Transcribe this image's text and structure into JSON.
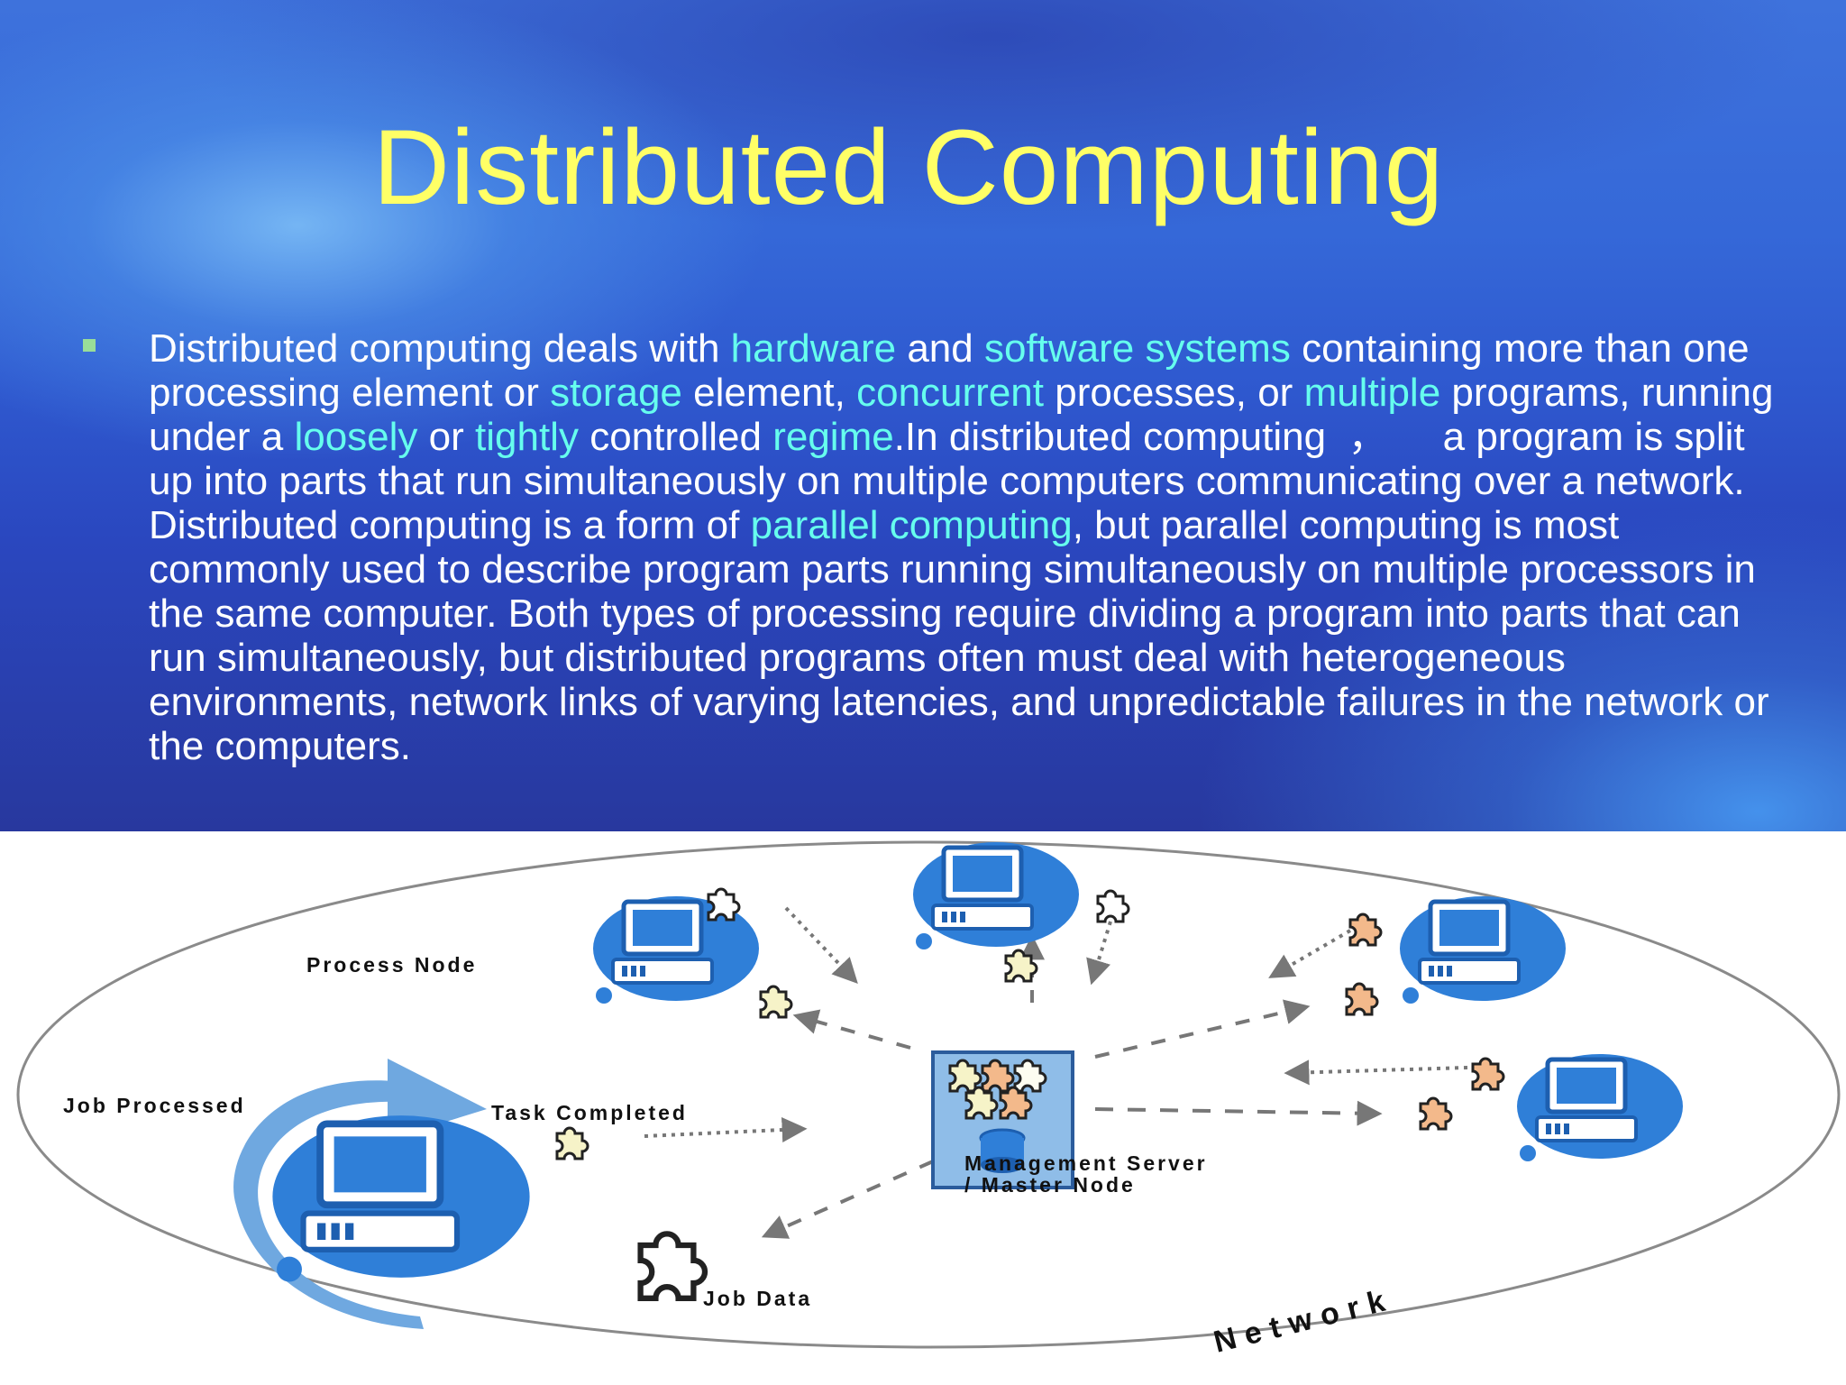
{
  "title": "Distributed Computing",
  "paragraph": [
    {
      "t": "Distributed computing deals with "
    },
    {
      "t": "hardware",
      "k": true
    },
    {
      "t": " and "
    },
    {
      "t": "software systems",
      "k": true
    },
    {
      "t": " containing more than one processing element or "
    },
    {
      "t": "storage",
      "k": true
    },
    {
      "t": " element, "
    },
    {
      "t": "concurrent",
      "k": true
    },
    {
      "t": " processes, or "
    },
    {
      "t": "multiple",
      "k": true
    },
    {
      "t": " programs, running under a "
    },
    {
      "t": "loosely",
      "k": true
    },
    {
      "t": " or "
    },
    {
      "t": "tightly",
      "k": true
    },
    {
      "t": " controlled "
    },
    {
      "t": "regime",
      "k": true
    },
    {
      "t": ".In distributed computing  ，     a program is split up into parts that run simultaneously on multiple computers communicating over a network. Distributed computing is a form of "
    },
    {
      "t": "parallel computing",
      "k": true
    },
    {
      "t": ", but parallel computing is most commonly used to describe program parts running simultaneously on multiple processors in the same computer. Both types of processing require dividing a program into parts that can run simultaneously, but distributed programs often must deal with heterogeneous environments, network links of varying latencies, and unpredictable failures in the network or the computers."
    }
  ],
  "diagram": {
    "process_node": "Process Node",
    "job_processed": "Job Processed",
    "task_completed": "Task Completed",
    "server_line1": "Management Server",
    "server_line2": "/ Master Node",
    "job_data": "Job Data",
    "network": "Network"
  },
  "colors": {
    "title": "#ffff66",
    "keyword": "#66ffee",
    "text": "#ffffff",
    "node_blue": "#2f7fd8"
  }
}
